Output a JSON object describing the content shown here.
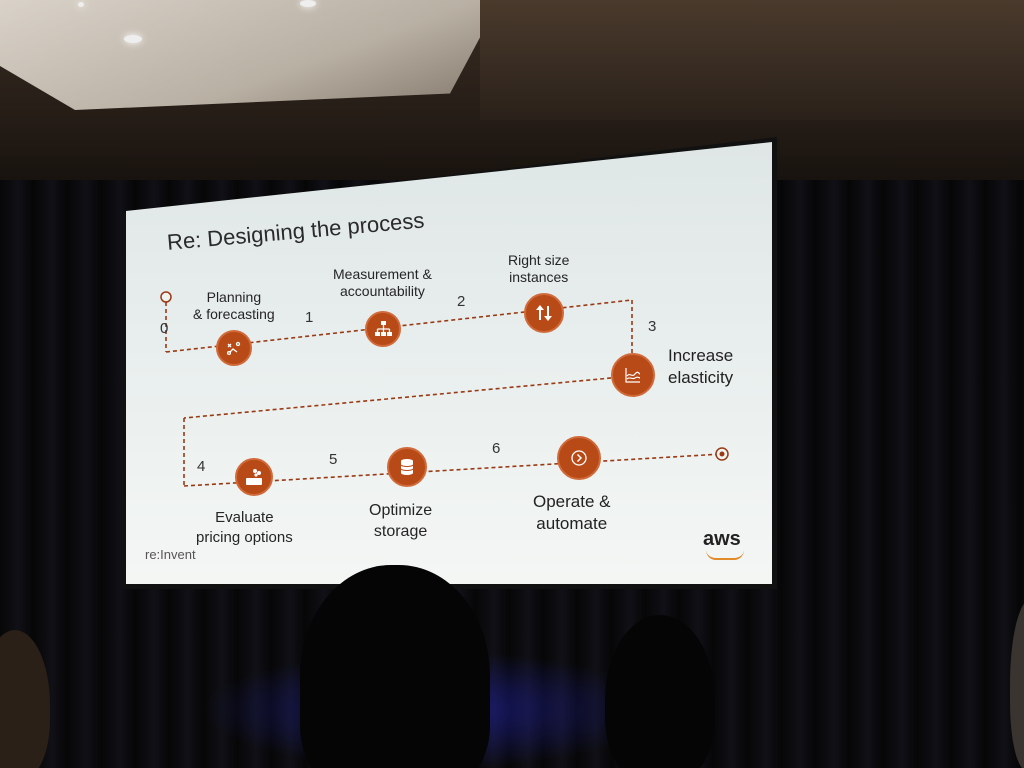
{
  "slide": {
    "title": "Re: Designing the process",
    "steps": [
      {
        "num": "0",
        "label": "Planning\n& forecasting",
        "icon": "planning-icon"
      },
      {
        "num": "1",
        "label": "Measurement &\naccountability",
        "icon": "hierarchy-icon"
      },
      {
        "num": "2",
        "label": "Right size\ninstances",
        "icon": "up-down-arrows-icon"
      },
      {
        "num": "3",
        "label": "Increase\nelasticity",
        "icon": "wave-icon"
      },
      {
        "num": "4",
        "label": "Evaluate\npricing options",
        "icon": "pricing-icon"
      },
      {
        "num": "5",
        "label": "Optimize\nstorage",
        "icon": "database-icon"
      },
      {
        "num": "6",
        "label": "Operate &\nautomate",
        "icon": "chevron-right-icon"
      }
    ],
    "footer_left": "re:Invent",
    "footer_right": "aws"
  },
  "colors": {
    "accent": "#b84a17",
    "path": "#9a3a14",
    "slide_bg": "#e8eeed"
  }
}
